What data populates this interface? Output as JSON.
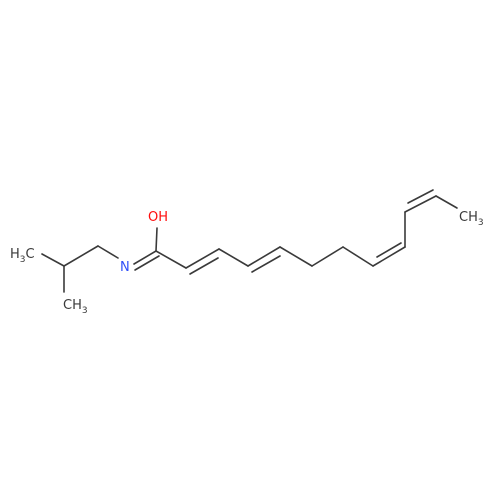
{
  "molecule": {
    "atoms": {
      "oh": {
        "text": "OH",
        "color": "#ff0d0d"
      },
      "n": {
        "text": "N",
        "color": "#3050f8"
      },
      "ch3_left": {
        "main": "H",
        "sub": "3",
        "tail": "C",
        "color": "#3a3a3a"
      },
      "ch3_bottom": {
        "main": "CH",
        "sub": "3",
        "color": "#3a3a3a"
      },
      "ch3_right": {
        "main": "CH",
        "sub": "3",
        "color": "#3a3a3a"
      }
    },
    "bond_color": "#3a3a3a"
  }
}
